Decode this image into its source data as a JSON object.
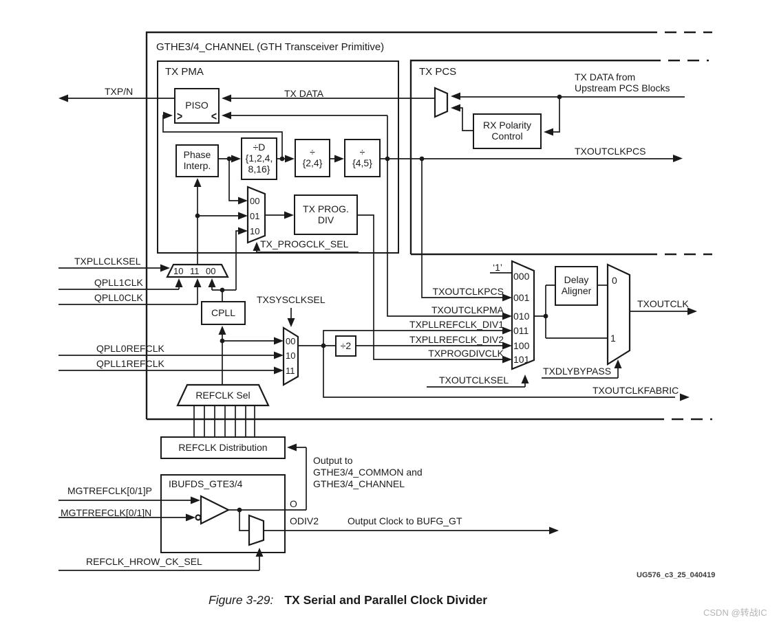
{
  "figure": {
    "caption_label": "Figure 3-29:",
    "caption_title": "TX Serial and Parallel Clock Divider",
    "doc_ref": "UG576_c3_25_040419",
    "watermark": "CSDN @转战IC"
  },
  "outer": {
    "title": "GTHE3/4_CHANNEL (GTH Transceiver Primitive)"
  },
  "tx_pma": {
    "title": "TX PMA",
    "piso": "PISO",
    "piso_clk_left": ">",
    "piso_clk_right": "<",
    "phase_interp_line1": "Phase",
    "phase_interp_line2": "Interp.",
    "div_d_line1": "÷D",
    "div_d_line2": "{1,2,4,",
    "div_d_line3": "8,16}",
    "div24_line1": "÷",
    "div24_line2": "{2,4}",
    "div45_line1": "÷",
    "div45_line2": "{4,5}",
    "progclk_mux_in0": "00",
    "progclk_mux_in1": "01",
    "progclk_mux_in2": "10",
    "tx_prog_div_line1": "TX PROG.",
    "tx_prog_div_line2": "DIV"
  },
  "tx_pcs": {
    "title": "TX PCS",
    "rx_polarity_line1": "RX Polarity",
    "rx_polarity_line2": "Control",
    "txdata_from_line1": "TX DATA from",
    "txdata_from_line2": "Upstream PCS Blocks",
    "txoutclkpcs_out": "TXOUTCLKPCS"
  },
  "signals": {
    "txpn": "TXP/N",
    "txdata": "TX DATA",
    "txpllclksel": "TXPLLCLKSEL",
    "qpll1clk": "QPLL1CLK",
    "qpll0clk": "QPLL0CLK",
    "qpll0refclk": "QPLL0REFCLK",
    "qpll1refclk": "QPLL1REFCLK",
    "tx_progclk_sel": "TX_PROGCLK_SEL",
    "txsysclksel": "TXSYSCLKSEL",
    "cpll": "CPLL",
    "refclk_sel": "REFCLK Sel",
    "pllsel_mux_10": "10",
    "pllsel_mux_11": "11",
    "pllsel_mux_00": "00",
    "sysclk_mux_00": "00",
    "sysclk_mux_10": "10",
    "sysclk_mux_11": "11",
    "div2": "÷2"
  },
  "outclk": {
    "const_one": "‘1’",
    "mux_inputs": [
      "000",
      "001",
      "010",
      "011",
      "100",
      "101"
    ],
    "txoutclkpcs": "TXOUTCLKPCS",
    "txoutclkpma": "TXOUTCLKPMA",
    "txpllrefclk_div1": "TXPLLREFCLK_DIV1",
    "txpllrefclk_div2": "TXPLLREFCLK_DIV2",
    "txprogdivclk": "TXPROGDIVCLK",
    "txoutclksel": "TXOUTCLKSEL",
    "delay_aligner_line1": "Delay",
    "delay_aligner_line2": "Aligner",
    "bypass_in0": "0",
    "bypass_in1": "1",
    "txdlybypass": "TXDLYBYPASS",
    "txoutclk": "TXOUTCLK",
    "txoutclkfabric": "TXOUTCLKFABRIC"
  },
  "bottom": {
    "refclk_distribution": "REFCLK Distribution",
    "ibufds": "IBUFDS_GTE3/4",
    "mgtrefclk_p": "MGTREFCLK[0/1]P",
    "mgtrefclk_n": "MGTFREFCLK[0/1]N",
    "o_label": "O",
    "odiv2": "ODIV2",
    "output_to_line1": "Output to",
    "output_to_line2": "GTHE3/4_COMMON and",
    "output_to_line3": "GTHE3/4_CHANNEL",
    "output_clock": "Output Clock to BUFG_GT",
    "refclk_hrow": "REFCLK_HROW_CK_SEL"
  }
}
